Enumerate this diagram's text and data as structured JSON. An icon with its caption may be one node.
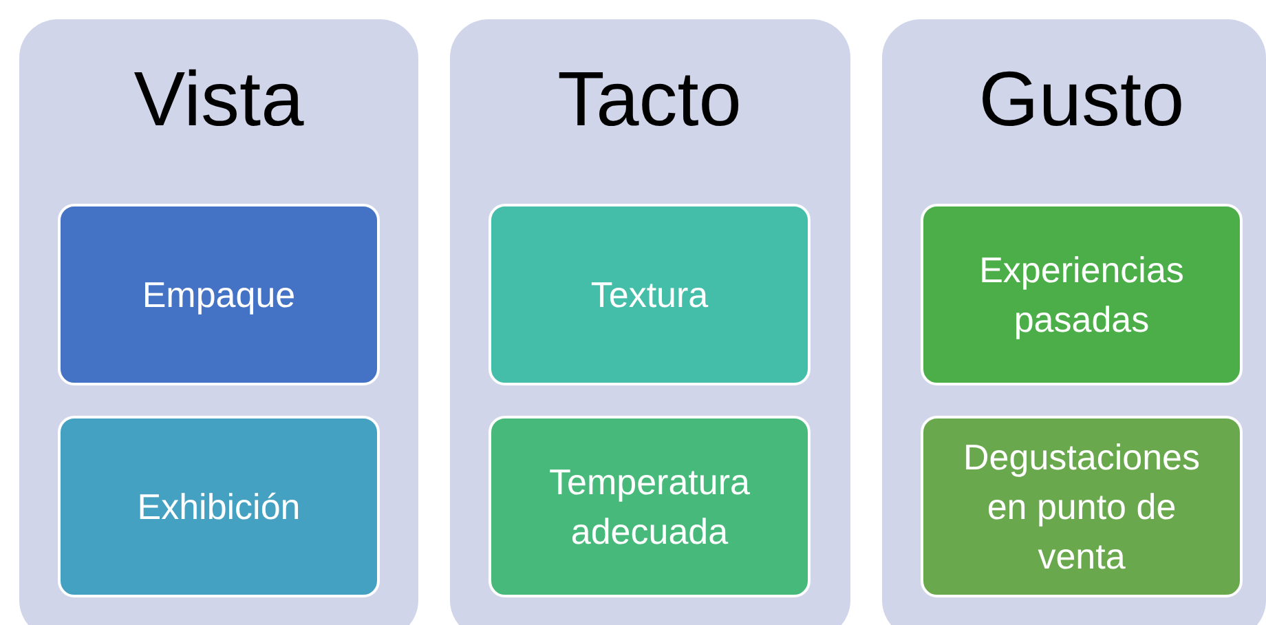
{
  "diagram": {
    "nodes": [
      {
        "text": [
          "Vista"
        ]
      },
      {
        "text": [
          "Empaque"
        ],
        "in": 0
      },
      {
        "text": [
          "Exhibición"
        ],
        "in": 0
      },
      {
        "text": [
          "Tacto"
        ]
      },
      {
        "text": [
          "Textura"
        ],
        "in": 3
      },
      {
        "text": [
          "Temperatura adecuada"
        ],
        "in": 3
      },
      {
        "text": [
          "Gusto"
        ]
      },
      {
        "text": [
          "Experiencias pasadas"
        ],
        "in": 6
      },
      {
        "text": [
          "Degustaciones en punto de venta"
        ],
        "in": 6
      }
    ]
  }
}
